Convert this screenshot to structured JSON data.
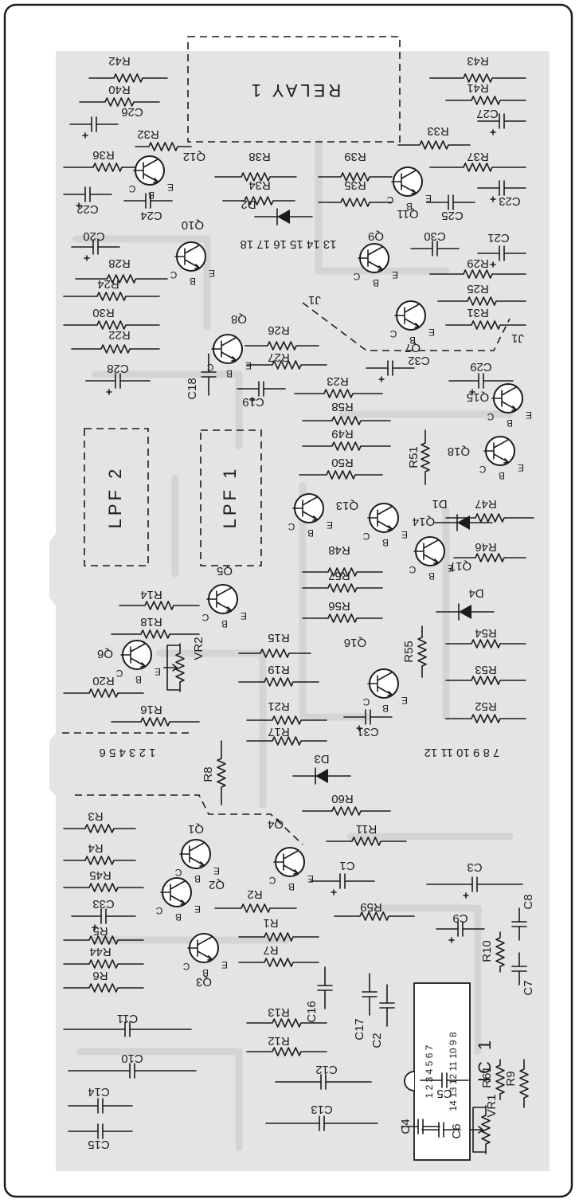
{
  "board": {
    "relay_label": "RELAY 1",
    "lpf1_label": "LPF 1",
    "lpf2_label": "LPF 2",
    "ic_label": "IC 1",
    "ic_pins_top": "1 2 3 4 5 6 7",
    "ic_pins_bottom": "14 13 12 11 10 9 8",
    "j1_label": "J1",
    "header_pins_a": "13 14 15 16 17 18",
    "header_pins_b": "1 2 3 4 5 6",
    "header_pins_c": "7 8 9 10 11 12"
  },
  "resistors": [
    {
      "id": "R42",
      "label": "R42"
    },
    {
      "id": "R40",
      "label": "R40"
    },
    {
      "id": "R32",
      "label": "R32"
    },
    {
      "id": "R36",
      "label": "R36"
    },
    {
      "id": "R38",
      "label": "R38"
    },
    {
      "id": "R34",
      "label": "R34"
    },
    {
      "id": "R43",
      "label": "R43"
    },
    {
      "id": "R41",
      "label": "R41"
    },
    {
      "id": "R33",
      "label": "R33"
    },
    {
      "id": "R37",
      "label": "R37"
    },
    {
      "id": "R39",
      "label": "R39"
    },
    {
      "id": "R35",
      "label": "R35"
    },
    {
      "id": "R28",
      "label": "R28"
    },
    {
      "id": "R24",
      "label": "R24"
    },
    {
      "id": "R30",
      "label": "R30"
    },
    {
      "id": "R22",
      "label": "R22"
    },
    {
      "id": "R29",
      "label": "R29"
    },
    {
      "id": "R25",
      "label": "R25"
    },
    {
      "id": "R31",
      "label": "R31"
    },
    {
      "id": "R26",
      "label": "R26"
    },
    {
      "id": "R27",
      "label": "R27"
    },
    {
      "id": "R23",
      "label": "R23"
    },
    {
      "id": "R58",
      "label": "R58"
    },
    {
      "id": "R49",
      "label": "R49"
    },
    {
      "id": "R50",
      "label": "R50"
    },
    {
      "id": "R51",
      "label": "R51"
    },
    {
      "id": "R47",
      "label": "R47"
    },
    {
      "id": "R46",
      "label": "R46"
    },
    {
      "id": "R48",
      "label": "R48"
    },
    {
      "id": "R57",
      "label": "R57"
    },
    {
      "id": "R56",
      "label": "R56"
    },
    {
      "id": "R14",
      "label": "R14"
    },
    {
      "id": "R18",
      "label": "R18"
    },
    {
      "id": "R15",
      "label": "R15"
    },
    {
      "id": "R19",
      "label": "R19"
    },
    {
      "id": "R55",
      "label": "R55"
    },
    {
      "id": "R54",
      "label": "R54"
    },
    {
      "id": "R53",
      "label": "R53"
    },
    {
      "id": "R52",
      "label": "R52"
    },
    {
      "id": "R20",
      "label": "R20"
    },
    {
      "id": "R16",
      "label": "R16"
    },
    {
      "id": "R21",
      "label": "R21"
    },
    {
      "id": "R17",
      "label": "R17"
    },
    {
      "id": "R8",
      "label": "R8"
    },
    {
      "id": "R60",
      "label": "R60"
    },
    {
      "id": "R11",
      "label": "R11"
    },
    {
      "id": "R3",
      "label": "R3"
    },
    {
      "id": "R4",
      "label": "R4"
    },
    {
      "id": "R45",
      "label": "R45"
    },
    {
      "id": "R2",
      "label": "R2"
    },
    {
      "id": "R59",
      "label": "R59"
    },
    {
      "id": "R1",
      "label": "R1"
    },
    {
      "id": "R7",
      "label": "R7"
    },
    {
      "id": "R5",
      "label": "R5"
    },
    {
      "id": "R44",
      "label": "R44"
    },
    {
      "id": "R6",
      "label": "R6"
    },
    {
      "id": "R13",
      "label": "R13"
    },
    {
      "id": "R12",
      "label": "R12"
    },
    {
      "id": "R10",
      "label": "R10"
    },
    {
      "id": "R61",
      "label": "R61"
    },
    {
      "id": "R9",
      "label": "R9"
    }
  ],
  "capacitors": [
    {
      "id": "C26",
      "label": "C26"
    },
    {
      "id": "C22",
      "label": "C22"
    },
    {
      "id": "C24",
      "label": "C24"
    },
    {
      "id": "C27",
      "label": "C27"
    },
    {
      "id": "C25",
      "label": "C25"
    },
    {
      "id": "C23",
      "label": "C23"
    },
    {
      "id": "C20",
      "label": "C20"
    },
    {
      "id": "C30",
      "label": "C30"
    },
    {
      "id": "C21",
      "label": "C21"
    },
    {
      "id": "C28",
      "label": "C28"
    },
    {
      "id": "C18",
      "label": "C18"
    },
    {
      "id": "C32",
      "label": "C32"
    },
    {
      "id": "C29",
      "label": "C29"
    },
    {
      "id": "C19",
      "label": "C19"
    },
    {
      "id": "C31",
      "label": "C31"
    },
    {
      "id": "C1",
      "label": "C1"
    },
    {
      "id": "C3",
      "label": "C3"
    },
    {
      "id": "C33",
      "label": "C33"
    },
    {
      "id": "C9",
      "label": "C9"
    },
    {
      "id": "C8",
      "label": "C8"
    },
    {
      "id": "C7",
      "label": "C7"
    },
    {
      "id": "C16",
      "label": "C16"
    },
    {
      "id": "C17",
      "label": "C17"
    },
    {
      "id": "C2",
      "label": "C2"
    },
    {
      "id": "C11",
      "label": "C11"
    },
    {
      "id": "C10",
      "label": "C10"
    },
    {
      "id": "C12",
      "label": "C12"
    },
    {
      "id": "C13",
      "label": "C13"
    },
    {
      "id": "C14",
      "label": "C14"
    },
    {
      "id": "C15",
      "label": "C15"
    },
    {
      "id": "C5",
      "label": "C5"
    },
    {
      "id": "C4",
      "label": "C4"
    },
    {
      "id": "C6",
      "label": "C6"
    }
  ],
  "transistors": [
    {
      "id": "Q12",
      "label": "Q12"
    },
    {
      "id": "Q11",
      "label": "Q11"
    },
    {
      "id": "Q10",
      "label": "Q10"
    },
    {
      "id": "Q9",
      "label": "Q9"
    },
    {
      "id": "Q7",
      "label": "Q7"
    },
    {
      "id": "Q8",
      "label": "Q8"
    },
    {
      "id": "Q15",
      "label": "Q15"
    },
    {
      "id": "Q18",
      "label": "Q18"
    },
    {
      "id": "Q13",
      "label": "Q13"
    },
    {
      "id": "Q14",
      "label": "Q14"
    },
    {
      "id": "Q17",
      "label": "Q17"
    },
    {
      "id": "Q5",
      "label": "Q5"
    },
    {
      "id": "Q6",
      "label": "Q6"
    },
    {
      "id": "Q16",
      "label": "Q16"
    },
    {
      "id": "Q1",
      "label": "Q1"
    },
    {
      "id": "Q4",
      "label": "Q4"
    },
    {
      "id": "Q2",
      "label": "Q2"
    },
    {
      "id": "Q3",
      "label": "Q3"
    }
  ],
  "diodes": [
    {
      "id": "D2",
      "label": "D2"
    },
    {
      "id": "D1",
      "label": "D1"
    },
    {
      "id": "D4",
      "label": "D4"
    },
    {
      "id": "D3",
      "label": "D3"
    }
  ],
  "pots": [
    {
      "id": "VR2",
      "label": "VR2"
    },
    {
      "id": "VR1",
      "label": "VR1"
    }
  ],
  "pin_letters": {
    "e": "E",
    "b": "B",
    "c": "C"
  }
}
